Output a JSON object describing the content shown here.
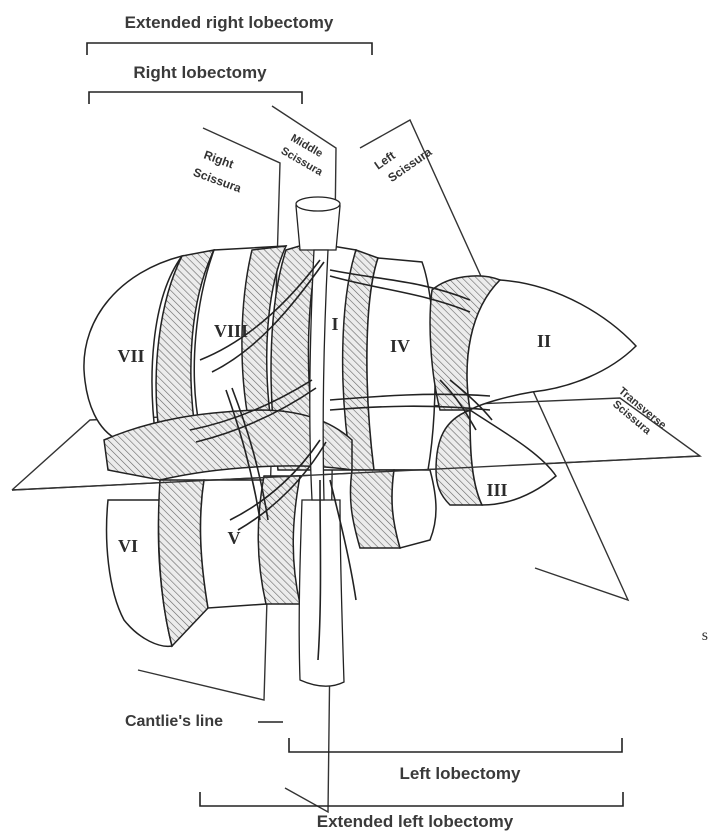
{
  "brackets": {
    "extended_right": "Extended right lobectomy",
    "right": "Right lobectomy",
    "left": "Left lobectomy",
    "extended_left": "Extended left lobectomy"
  },
  "planes": {
    "right_scissura_1": "Right",
    "right_scissura_2": "Scissura",
    "middle_scissura_1": "Middle",
    "middle_scissura_2": "Scissura",
    "left_scissura_1": "Left",
    "left_scissura_2": "Scissura",
    "transverse_scissura_1": "Transverse",
    "transverse_scissura_2": "Scissura"
  },
  "segments": {
    "s1": "I",
    "s2": "II",
    "s3": "III",
    "s4": "IV",
    "s5": "V",
    "s6": "VI",
    "s7": "VII",
    "s8": "VIII"
  },
  "cantlie": "Cantlie's line",
  "stray_glyph": "s",
  "colors": {
    "ink": "#222222",
    "label": "#3a3a3a",
    "background": "#ffffff"
  }
}
